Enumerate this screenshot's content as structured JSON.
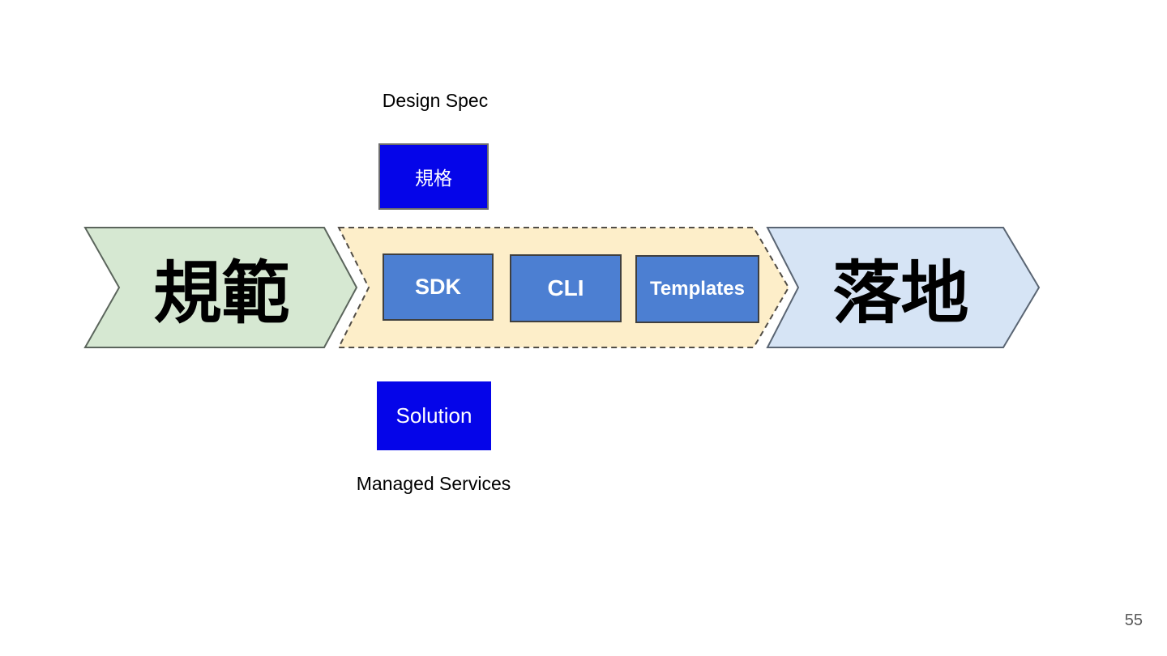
{
  "slide": {
    "page_number": "55",
    "top_annotation": "Design Spec",
    "bottom_annotation": "Managed Services",
    "flow": {
      "left_arrow": "規範",
      "right_arrow": "落地",
      "spec_box": "規格",
      "solution_box": "Solution",
      "middle_items": [
        "SDK",
        "CLI",
        "Templates"
      ]
    },
    "colors": {
      "left_arrow_fill": "#d6e8d2",
      "middle_chevron_fill": "#fdeec9",
      "right_arrow_fill": "#d6e4f5",
      "item_box_fill": "#4c7fd2",
      "bright_blue_box_fill": "#0505e9",
      "page_number_color": "#595959"
    }
  }
}
